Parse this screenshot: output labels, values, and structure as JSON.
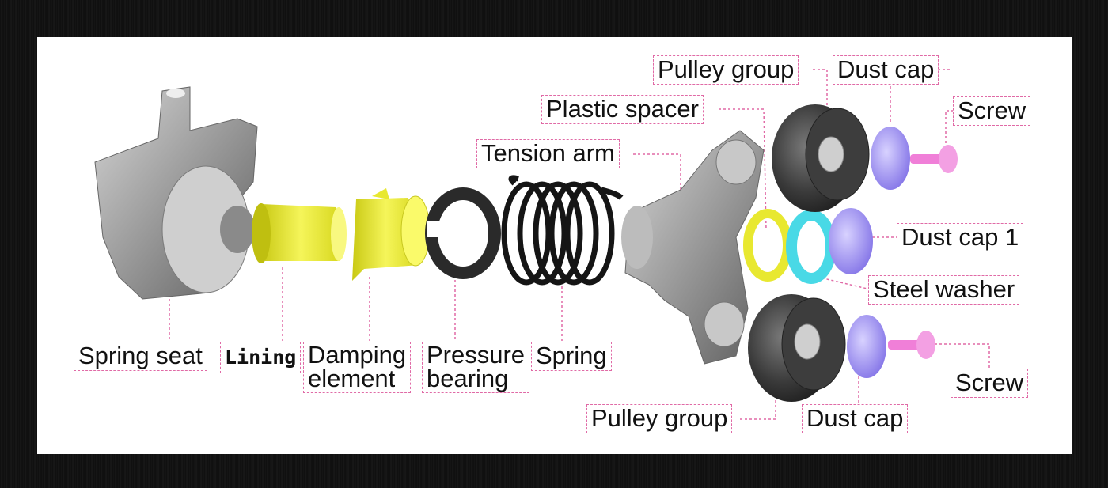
{
  "colors": {
    "frame": "#141414",
    "panel": "#ffffff",
    "leader": "#e06aa6",
    "metal": "#a9a9a9",
    "yellow": "#e8e830",
    "black_part": "#2a2a2a",
    "cyan": "#49d9e6",
    "lavender": "#a59bf0",
    "pink": "#f07fd8"
  },
  "labels": {
    "spring_seat": "Spring seat",
    "lining": "Lining",
    "damping_element_1": "Damping",
    "damping_element_2": "element",
    "pressure_bearing_1": "Pressure",
    "pressure_bearing_2": "bearing",
    "spring": "Spring",
    "tension_arm": "Tension arm",
    "plastic_spacer": "Plastic spacer",
    "pulley_group_top": "Pulley group",
    "dust_cap_top": "Dust cap",
    "screw_top": "Screw",
    "dust_cap_1": "Dust cap 1",
    "steel_washer": "Steel washer",
    "screw_bottom": "Screw",
    "pulley_group_bottom": "Pulley group",
    "dust_cap_bottom": "Dust cap"
  }
}
